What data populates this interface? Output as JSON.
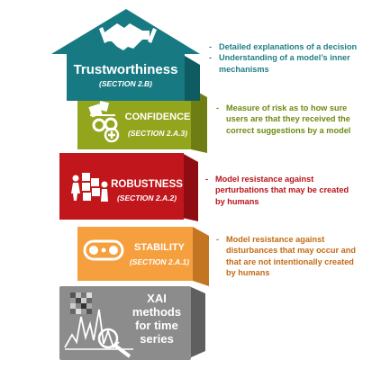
{
  "colors": {
    "trust": "#177a82",
    "trust_dark": "#0f5b62",
    "confidence": "#93a51d",
    "confidence_dark": "#6e7e12",
    "robustness": "#c0161c",
    "robustness_dark": "#8d0d12",
    "stability": "#f59f3f",
    "stability_dark": "#c47522",
    "xai": "#8c8c8c",
    "xai_dark": "#5f5f5f",
    "text_trust": "#1f7f88",
    "text_confidence": "#6f8a11",
    "text_robustness": "#b8141a",
    "text_stability": "#c46a14"
  },
  "steps": {
    "trust": {
      "icon": "handshake-icon",
      "title": "Trustworthiness",
      "section": "(SECTION 2.B)",
      "bullets": [
        "Detailed explanations of a decision",
        "Understanding of a model’s inner mechanisms"
      ]
    },
    "confidence": {
      "icon": "gears-plus-icon",
      "title": "CONFIDENCE",
      "section": "(SECTION 2.A.3)",
      "bullets": [
        "Measure of risk as to how sure users are that they received the correct suggestions by a model"
      ]
    },
    "robustness": {
      "icon": "people-blocks-icon",
      "title": "ROBUSTNESS",
      "section": "(SECTION 2.A.2)",
      "bullets": [
        "Model resistance against perturbations that may be created by humans"
      ]
    },
    "stability": {
      "icon": "conveyor-belt-icon",
      "title": "STABILITY",
      "section": "(SECTION 2.A.1)",
      "bullets": [
        "Model resistance against disturbances that may occur and that are not intentionally created by humans"
      ]
    },
    "xai": {
      "icon": "timeseries-magnifier-icon",
      "title_lines": [
        "XAI",
        "methods",
        "for time",
        "series"
      ]
    }
  }
}
